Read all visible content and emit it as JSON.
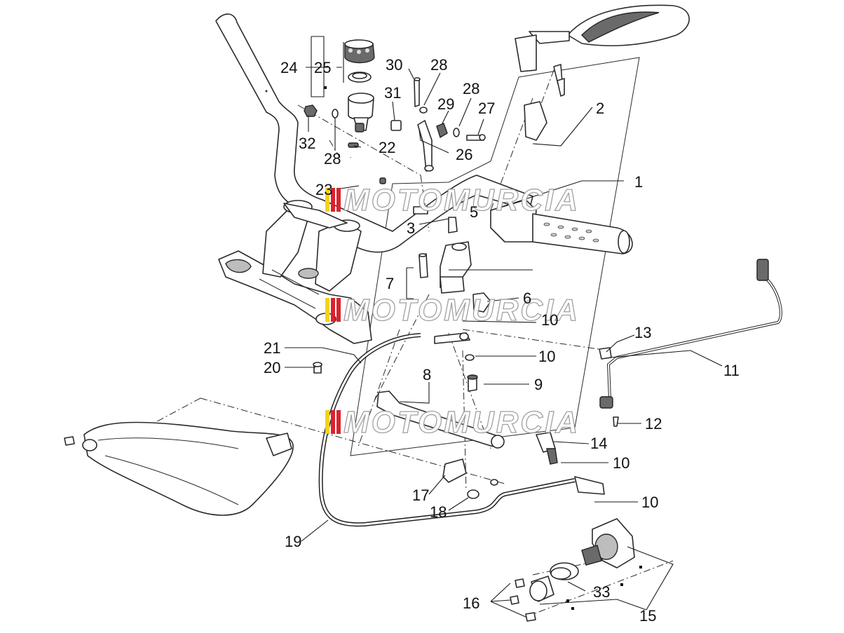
{
  "watermark": {
    "text": "MOTOMURCIA",
    "colors": {
      "yellow": "#f2d31c",
      "red": "#d9232d",
      "outline": "#9a9a9a"
    }
  },
  "callouts": [
    {
      "id": "c1",
      "label": "1"
    },
    {
      "id": "c2",
      "label": "2"
    },
    {
      "id": "c3",
      "label": "3"
    },
    {
      "id": "c5",
      "label": "5"
    },
    {
      "id": "c6",
      "label": "6"
    },
    {
      "id": "c7",
      "label": "7"
    },
    {
      "id": "c8",
      "label": "8"
    },
    {
      "id": "c9",
      "label": "9"
    },
    {
      "id": "c10a",
      "label": "10"
    },
    {
      "id": "c10b",
      "label": "10"
    },
    {
      "id": "c10c",
      "label": "10"
    },
    {
      "id": "c10d",
      "label": "10"
    },
    {
      "id": "c11",
      "label": "11"
    },
    {
      "id": "c12",
      "label": "12"
    },
    {
      "id": "c13",
      "label": "13"
    },
    {
      "id": "c14",
      "label": "14"
    },
    {
      "id": "c15",
      "label": "15"
    },
    {
      "id": "c16",
      "label": "16"
    },
    {
      "id": "c17",
      "label": "17"
    },
    {
      "id": "c18",
      "label": "18"
    },
    {
      "id": "c19",
      "label": "19"
    },
    {
      "id": "c20",
      "label": "20"
    },
    {
      "id": "c21",
      "label": "21"
    },
    {
      "id": "c22",
      "label": "22"
    },
    {
      "id": "c23",
      "label": "23"
    },
    {
      "id": "c24",
      "label": "24"
    },
    {
      "id": "c25",
      "label": "25"
    },
    {
      "id": "c26",
      "label": "26"
    },
    {
      "id": "c27",
      "label": "27"
    },
    {
      "id": "c28a",
      "label": "28"
    },
    {
      "id": "c28b",
      "label": "28"
    },
    {
      "id": "c28c",
      "label": "28"
    },
    {
      "id": "c29",
      "label": "29"
    },
    {
      "id": "c30",
      "label": "30"
    },
    {
      "id": "c31",
      "label": "31"
    },
    {
      "id": "c32",
      "label": "32"
    },
    {
      "id": "c33",
      "label": "33"
    }
  ]
}
